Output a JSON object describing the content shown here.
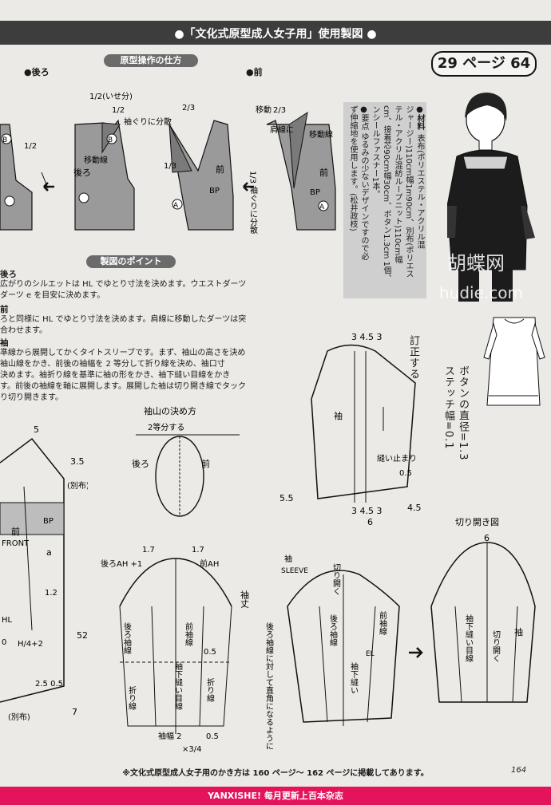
{
  "header": {
    "title": "●「文化式原型成人女子用」使用製図 ●",
    "page_ref": "29 ページ 64"
  },
  "section_labels": {
    "pattern_ops": "原型操作の仕方",
    "drafting_points": "製図のポイント",
    "back": "●後ろ",
    "front": "●前"
  },
  "top_diagrams": {
    "back_labels": [
      "1/2(いせ分)",
      "1/2",
      "袖ぐりに分散",
      "移動線",
      "後ろ",
      "1/2"
    ],
    "front_labels": [
      "2/3",
      "1/3",
      "前",
      "BP",
      "移動",
      "2/3",
      "肩線に",
      "移動線",
      "前",
      "BP",
      "1/3 袖ぐりに分散"
    ],
    "markers": [
      "B",
      "A"
    ]
  },
  "points": [
    {
      "head": "後ろ",
      "lines": [
        "広がりのシルエットは HL でゆとり寸法を決めます。ウエストダーツ",
        "ダーツ e を目安に決めます。"
      ]
    },
    {
      "head": "前",
      "lines": [
        "ろと同様に HL でゆとり寸法を決めます。肩線に移動したダーツは突",
        "合わせます。"
      ]
    },
    {
      "head": "袖",
      "lines": [
        "準線から展開してかくタイトスリーブです。まず、袖山の高さを決め",
        "袖山線をかき、前後の袖幅を 2 等分して折り線を決め、袖口寸",
        "決めます。袖折り線を基準に袖の形をかき、袖下縫い目線をかき",
        "す。前後の袖線を軸に展開します。展開した袖は切り開き線でタック",
        "り切り開きます。"
      ]
    }
  ],
  "materials": {
    "title": "●材料",
    "columns": [
      "表布(ポリエステル・アクリル混",
      "ジャージー)110cm幅1m90cm、別布(ポリエス",
      "テル・アクリル混紡ループニット)110cm幅",
      "cm、接着芯90cm幅30cm、ボタン1.3cm 1個、",
      "ンシールファスナー1本。",
      "●要点 ゆるみの少ないデザインですので必",
      "ず伸縮地を使用します。(松井政枝)"
    ]
  },
  "watermark": {
    "cn": "胡蝶网",
    "en": "hudie.com"
  },
  "sleeve_notes": {
    "correct": "訂正する",
    "button_dia": "ボタンの直径=1.3",
    "stitch": "ステッチ幅=0.1"
  },
  "diagrams": {
    "sleeve_top_labels": {
      "dims": "3 4.5 3",
      "sleeve": "袖",
      "seam_stop": "縫い止まり",
      "d05": "0.5",
      "d55": "5.5",
      "bottom_dims": "3 4.5 3",
      "d6": "6",
      "d45": "4.5"
    },
    "sleeve_cap": {
      "title": "袖山の決め方",
      "split": "2等分する",
      "back": "後ろ",
      "front": "前"
    },
    "front_body": {
      "d5": "5",
      "d35": "3.5",
      "betsununo": "(別布)",
      "front": "前",
      "front_en": "FRONT",
      "bp": "BP",
      "a": "a",
      "d12": "1.2",
      "hl": "HL",
      "h4": "H/4+2",
      "d52": "52",
      "d2505": "2.5 0.5",
      "bottom_bet": "(別布)",
      "d7": "7",
      "d0": "0"
    },
    "sleeve_draft": {
      "back_ah": "後ろAH +1",
      "front_ah": "前AH",
      "d17a": "1.7",
      "d17b": "1.7",
      "back_line": "後ろ袖線",
      "fold1": "折り線",
      "front_line": "前袖線",
      "under_seam": "袖下縫い目線",
      "d05": "0.5",
      "fold2": "折り線",
      "sleeve_len": "袖丈",
      "cuff": "袖幅 2",
      "x34": "×3/4",
      "d05b": "0.5"
    },
    "sleeve_expand": {
      "sleeve": "袖",
      "sleeve_en": "SLEEVE",
      "cut_open": "切り開く",
      "back_line": "後ろ袖線",
      "front_line": "前袖線",
      "el": "EL",
      "under_seam": "袖下縫い",
      "perp": "後ろ袖線に対して直角になるようにかく"
    },
    "cut_view": {
      "title": "切り開き図",
      "d6": "6",
      "sleeve": "袖",
      "under_seam": "袖下縫い目線",
      "cut_open": "切り開く"
    }
  },
  "footer": {
    "note": "※文化式原型成人女子用のかき方は 160 ページ～ 162 ページに掲載してあります。",
    "page_num": "164",
    "banner": "YANXISHE! 每月更新上百本杂志"
  }
}
